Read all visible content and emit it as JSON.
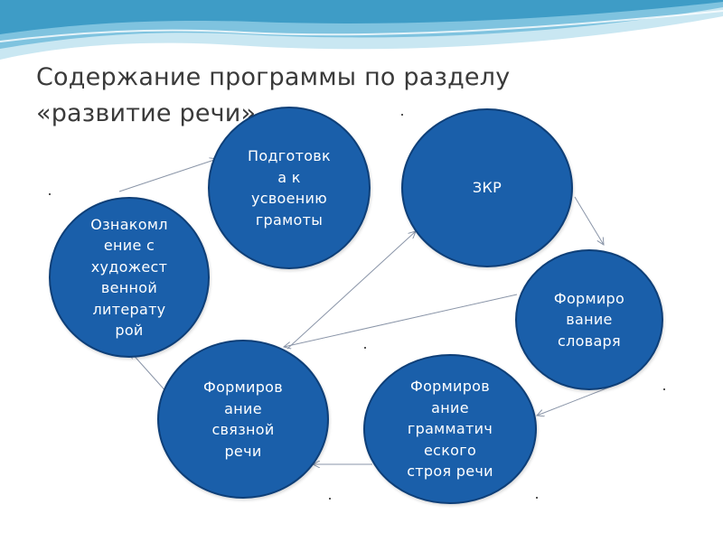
{
  "slide": {
    "title_lines": [
      "Содержание программы по разделу",
      "«развитие речи»"
    ],
    "colors": {
      "node_fill": "#1a5faa",
      "node_border": "#0e3f78",
      "node_text": "#ffffff",
      "title_text": "#3a3a3a",
      "connector": "#8a95a8",
      "wave_light": "#c9e7f2",
      "wave_mid": "#7fc3df",
      "wave_dark": "#3e9cc6"
    }
  },
  "nodes": [
    {
      "id": "familiarization-literature",
      "label": "Ознакомл\nение с\nхудожест\nвенной\nлитерату\nрой"
    },
    {
      "id": "literacy-preparation",
      "label": "Подготовк\nа к\nусвоению\nграмоты"
    },
    {
      "id": "zkr",
      "label": "ЗКР"
    },
    {
      "id": "vocabulary",
      "label": "Формиро\nвание\nсловаря"
    },
    {
      "id": "grammar",
      "label": "Формиров\nание\nграмматич\nеского\nстроя речи"
    },
    {
      "id": "coherent-speech",
      "label": "Формиров\nание\nсвязной\nречи"
    }
  ],
  "edges": [
    {
      "from": "familiarization-literature",
      "to": "literacy-preparation"
    },
    {
      "from": "zkr",
      "to": "vocabulary"
    },
    {
      "from": "vocabulary",
      "to": "grammar"
    },
    {
      "from": "grammar",
      "to": "coherent-speech"
    },
    {
      "from": "coherent-speech",
      "to": "familiarization-literature"
    },
    {
      "from": "coherent-speech",
      "to": "zkr"
    },
    {
      "from": "vocabulary",
      "to": "coherent-speech"
    }
  ]
}
